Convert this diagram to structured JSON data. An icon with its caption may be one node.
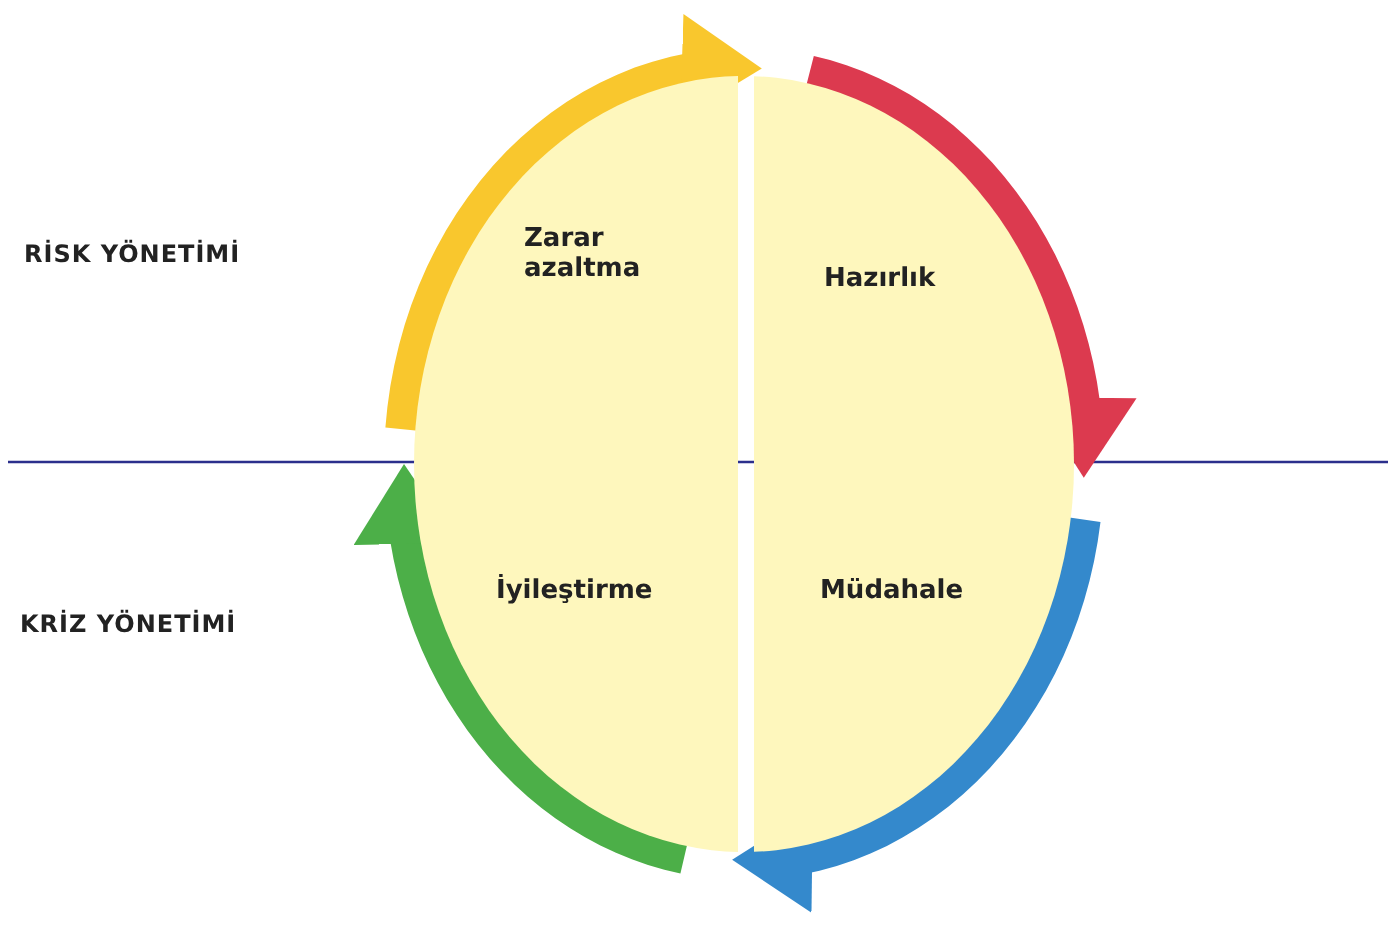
{
  "diagram": {
    "nodes": [
      {
        "text": [
          "Zarar azaltma"
        ]
      },
      {
        "text": [
          "Hazırlık"
        ]
      },
      {
        "text": [
          "İyileştirme"
        ]
      },
      {
        "text": [
          "Müdahale"
        ]
      }
    ],
    "edges": [
      {
        "from": 0,
        "to": 1,
        "arrow": "to",
        "color": "#f9c72d"
      },
      {
        "from": 1,
        "to": 3,
        "arrow": "to",
        "color": "#dc3a4f"
      },
      {
        "from": 3,
        "to": 2,
        "arrow": "to",
        "color": "#3489cc"
      },
      {
        "from": 2,
        "to": 0,
        "arrow": "to",
        "color": "#4caf48"
      }
    ],
    "labels": [
      "RİSK YÖNETİMİ",
      "KRİZ YÖNETİMİ"
    ]
  }
}
